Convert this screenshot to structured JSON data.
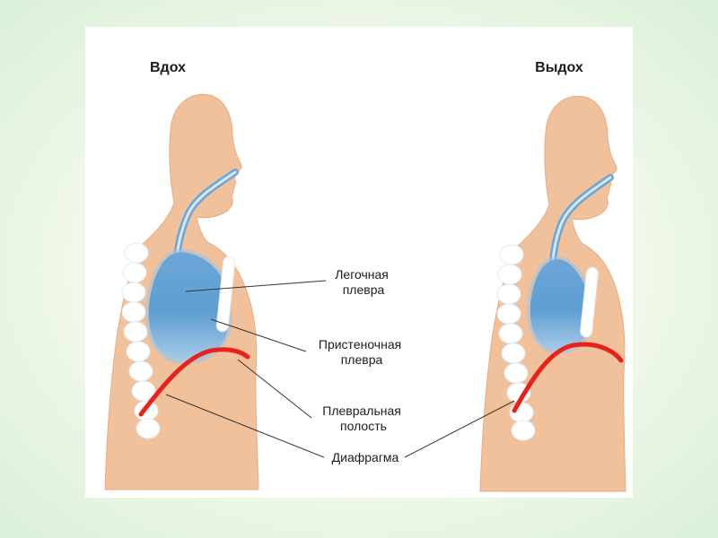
{
  "diagram": {
    "title_left": "Вдох",
    "title_right": "Выдох",
    "labels": {
      "pulmonary_pleura": {
        "line1": "Легочная",
        "line2": "плевра"
      },
      "parietal_pleura": {
        "line1": "Пристеночная",
        "line2": "плевра"
      },
      "pleural_cavity": {
        "line1": "Плевральная",
        "line2": "полость"
      },
      "diaphragm": {
        "line1": "Диафрагма"
      }
    },
    "colors": {
      "skin": "#f1c19c",
      "lung_blue": "#5f9ed2",
      "lung_light_blue": "#a8cbe8",
      "trachea_blue": "#6ba6d6",
      "diaphragm_red": "#e8211a",
      "bone_white": "#ffffff",
      "leader_line": "#333333",
      "text": "#1c1c1c",
      "background_green": "#daf0d8",
      "card_white": "#ffffff"
    }
  }
}
